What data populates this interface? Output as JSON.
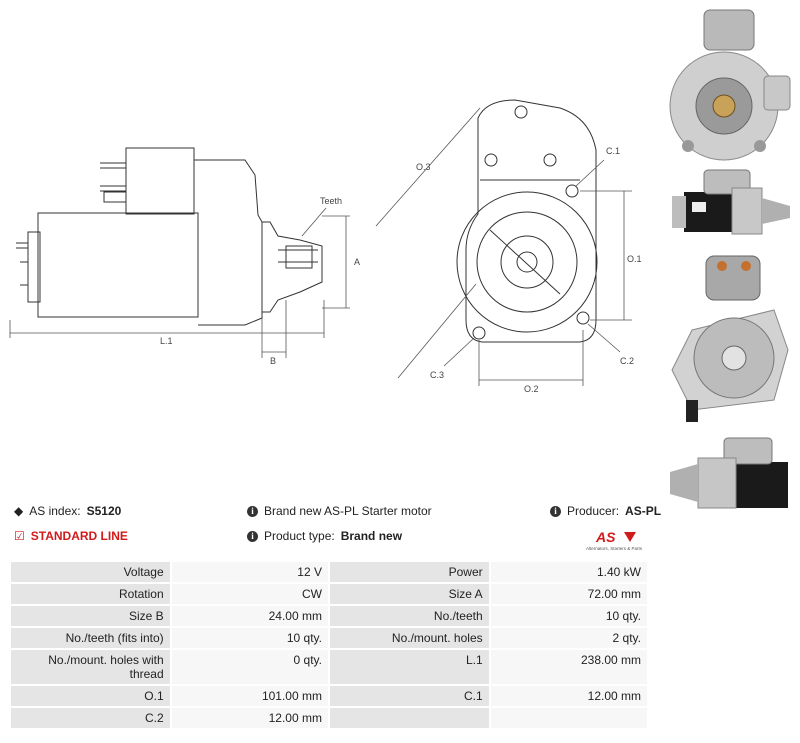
{
  "diagram_labels": {
    "teeth": "Teeth",
    "a": "A",
    "b": "B",
    "l1": "L.1",
    "o3": "O.3",
    "o1": "O.1",
    "o2": "O.2",
    "c1": "C.1",
    "c2": "C.2",
    "c3": "C.3"
  },
  "info": {
    "as_index_label": "AS index:",
    "as_index_value": "S5120",
    "description": "Brand new AS-PL Starter motor",
    "producer_label": "Producer:",
    "producer_value": "AS-PL",
    "standard_line": "STANDARD LINE",
    "product_type_label": "Product type:",
    "product_type_value": "Brand new"
  },
  "logo": {
    "text": "AS",
    "tagline": "Alternators, Starters & Parts"
  },
  "specs": [
    {
      "l1": "Voltage",
      "v1": "12 V",
      "l2": "Power",
      "v2": "1.40 kW"
    },
    {
      "l1": "Rotation",
      "v1": "CW",
      "l2": "Size A",
      "v2": "72.00 mm"
    },
    {
      "l1": "Size B",
      "v1": "24.00 mm",
      "l2": "No./teeth",
      "v2": "10 qty."
    },
    {
      "l1": "No./teeth (fits into)",
      "v1": "10 qty.",
      "l2": "No./mount. holes",
      "v2": "2 qty."
    },
    {
      "l1": "No./mount. holes with thread",
      "v1": "0 qty.",
      "l2": "L.1",
      "v2": "238.00 mm"
    },
    {
      "l1": "O.1",
      "v1": "101.00 mm",
      "l2": "C.1",
      "v2": "12.00 mm"
    },
    {
      "l1": "C.2",
      "v1": "12.00 mm",
      "l2": "",
      "v2": ""
    }
  ]
}
